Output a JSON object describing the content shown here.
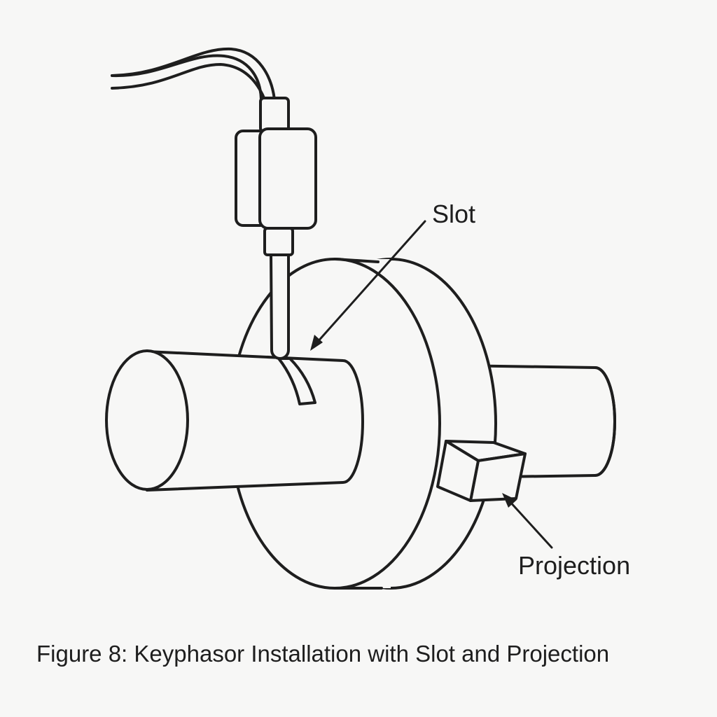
{
  "labels": {
    "slot": "Slot",
    "projection": "Projection"
  },
  "caption": "Figure 8: Keyphasor Installation with Slot and Projection",
  "colors": {
    "stroke": "#1e1e1e",
    "background": "#f7f7f6"
  }
}
